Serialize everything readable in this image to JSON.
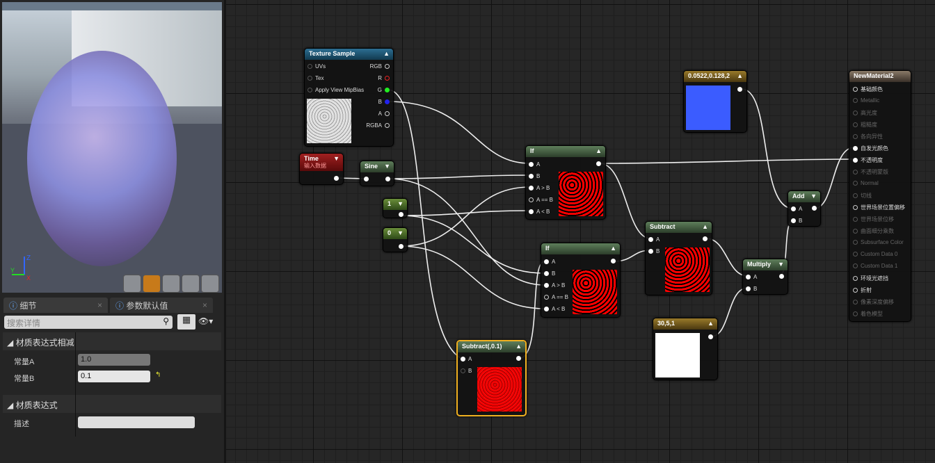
{
  "details_panel": {
    "tabs": [
      {
        "label": "细节",
        "close": "×"
      },
      {
        "label": "参数默认值",
        "close": "×"
      }
    ],
    "search_placeholder": "搜索详情",
    "section1": "材质表达式相减",
    "const_a_label": "常量A",
    "const_a_value": "1.0",
    "const_b_label": "常量B",
    "const_b_value": "0.1",
    "section2": "材质表达式",
    "desc_label": "描述",
    "desc_value": ""
  },
  "viewport": {
    "axes": {
      "x": "X",
      "y": "Y",
      "z": "Z"
    }
  },
  "nodes": {
    "texture_sample": {
      "title": "Texture Sample",
      "inputs": [
        "UVs",
        "Tex",
        "Apply View MipBias"
      ],
      "outputs": [
        "RGB",
        "R",
        "G",
        "B",
        "A",
        "RGBA"
      ]
    },
    "time": {
      "title": "Time",
      "subtitle": "输入数据"
    },
    "sine": {
      "title": "Sine"
    },
    "const1": {
      "title": "1"
    },
    "const0": {
      "title": "0"
    },
    "if1": {
      "title": "If",
      "inputs": [
        "A",
        "B",
        "A > B",
        "A == B",
        "A < B"
      ]
    },
    "if2": {
      "title": "If",
      "inputs": [
        "A",
        "B",
        "A > B",
        "A == B",
        "A < B"
      ]
    },
    "subtract": {
      "title": "Subtract",
      "inputs": [
        "A",
        "B"
      ]
    },
    "subtract01": {
      "title": "Subtract(,0.1)",
      "inputs": [
        "A",
        "B"
      ]
    },
    "const_blue": {
      "title": "0.0522,0.128,2",
      "color": "#3b5cff"
    },
    "const_white": {
      "title": "30,5,1",
      "color": "#ffffff"
    },
    "add": {
      "title": "Add",
      "inputs": [
        "A",
        "B"
      ]
    },
    "multiply": {
      "title": "Multiply",
      "inputs": [
        "A",
        "B"
      ]
    },
    "material": {
      "title": "NewMaterial2",
      "pins": [
        {
          "label": "基础颜色",
          "active": true
        },
        {
          "label": "Metallic",
          "active": false
        },
        {
          "label": "高光度",
          "active": false
        },
        {
          "label": "粗糙度",
          "active": false
        },
        {
          "label": "各向异性",
          "active": false
        },
        {
          "label": "自发光颜色",
          "active": true
        },
        {
          "label": "不透明度",
          "active": true
        },
        {
          "label": "不透明蒙版",
          "active": false
        },
        {
          "label": "Normal",
          "active": false
        },
        {
          "label": "切线",
          "active": false
        },
        {
          "label": "世界场景位置偏移",
          "active": true
        },
        {
          "label": "世界场景位移",
          "active": false
        },
        {
          "label": "曲面细分乘数",
          "active": false
        },
        {
          "label": "Subsurface Color",
          "active": false
        },
        {
          "label": "Custom Data 0",
          "active": false
        },
        {
          "label": "Custom Data 1",
          "active": false
        },
        {
          "label": "环境光遮挡",
          "active": true
        },
        {
          "label": "折射",
          "active": true
        },
        {
          "label": "像素深度偏移",
          "active": false
        },
        {
          "label": "着色模型",
          "active": false
        }
      ]
    }
  }
}
